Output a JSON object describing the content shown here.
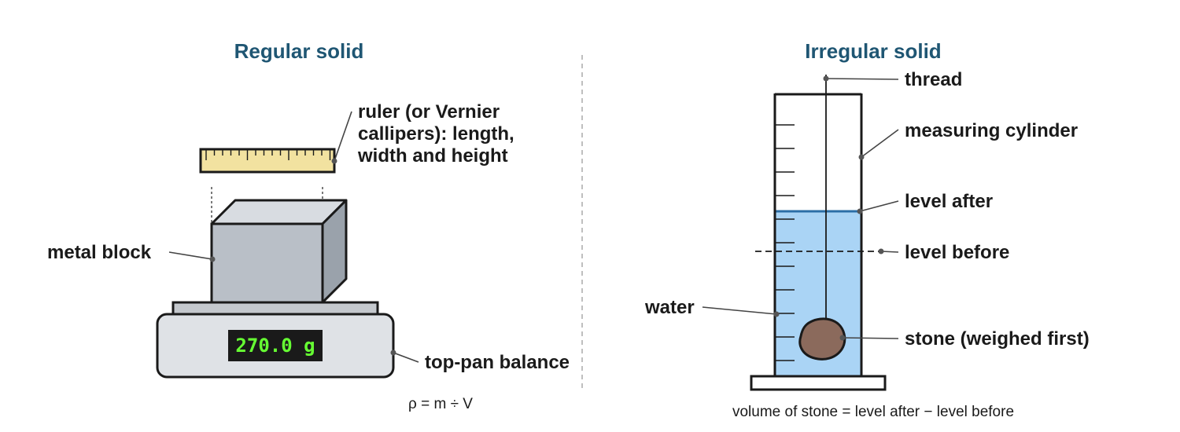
{
  "left": {
    "title": "Regular solid",
    "ruler_label_lines": [
      "ruler (or Vernier",
      "callipers): length,",
      "width and height"
    ],
    "block_label": "metal block",
    "balance_label": "top-pan balance",
    "display_reading": "270.0 g",
    "formula": "ρ = m ÷ V"
  },
  "right": {
    "title": "Irregular solid",
    "thread_label": "thread",
    "cylinder_label": "measuring cylinder",
    "level_after_label": "level after",
    "level_before_label": "level before",
    "water_label": "water",
    "stone_label": "stone (weighed first)",
    "formula": "volume of stone = level after − level before"
  },
  "colors": {
    "title": "#1f5673",
    "water": "#aad4f5",
    "water_line": "#2b6ea6",
    "stone": "#8b6a5c",
    "ruler": "#f2e2a0",
    "block_front": "#b9bfc7",
    "block_top": "#d8dce1",
    "block_side": "#9aa2ab",
    "balance": "#dfe2e6",
    "display_bg": "#1a1a1a",
    "display_text": "#66ff33"
  }
}
